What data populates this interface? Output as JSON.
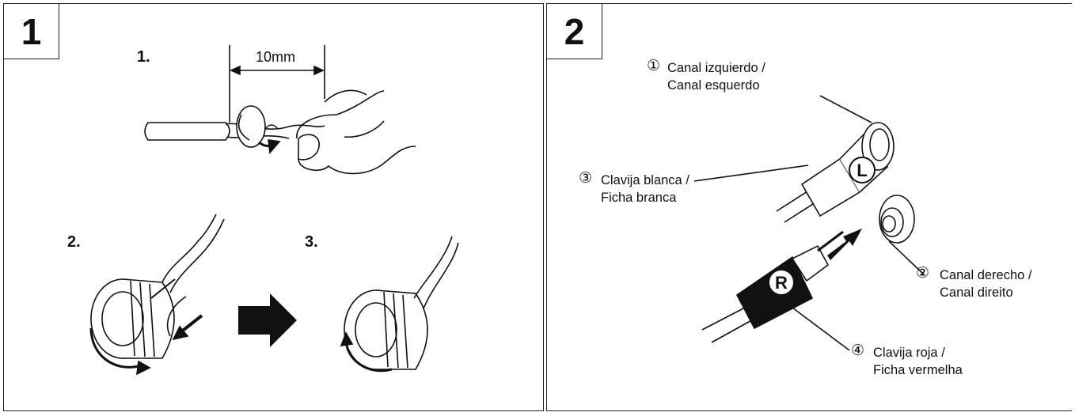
{
  "panel1": {
    "number": "1",
    "steps": [
      "1.",
      "2.",
      "3."
    ],
    "measure_label": "10mm"
  },
  "panel2": {
    "number": "2",
    "callouts": [
      {
        "num": "①",
        "line1": "Canal izquierdo /",
        "line2": "Canal esquerdo"
      },
      {
        "num": "②",
        "line1": "Canal derecho /",
        "line2": "Canal direito"
      },
      {
        "num": "③",
        "line1": "Clavija blanca /",
        "line2": "Ficha branca"
      },
      {
        "num": "④",
        "line1": "Clavija roja /",
        "line2": "Ficha vermelha"
      }
    ],
    "plug_letters": {
      "left": "L",
      "right": "R"
    }
  },
  "colors": {
    "ink": "#111111",
    "background": "#ffffff"
  }
}
